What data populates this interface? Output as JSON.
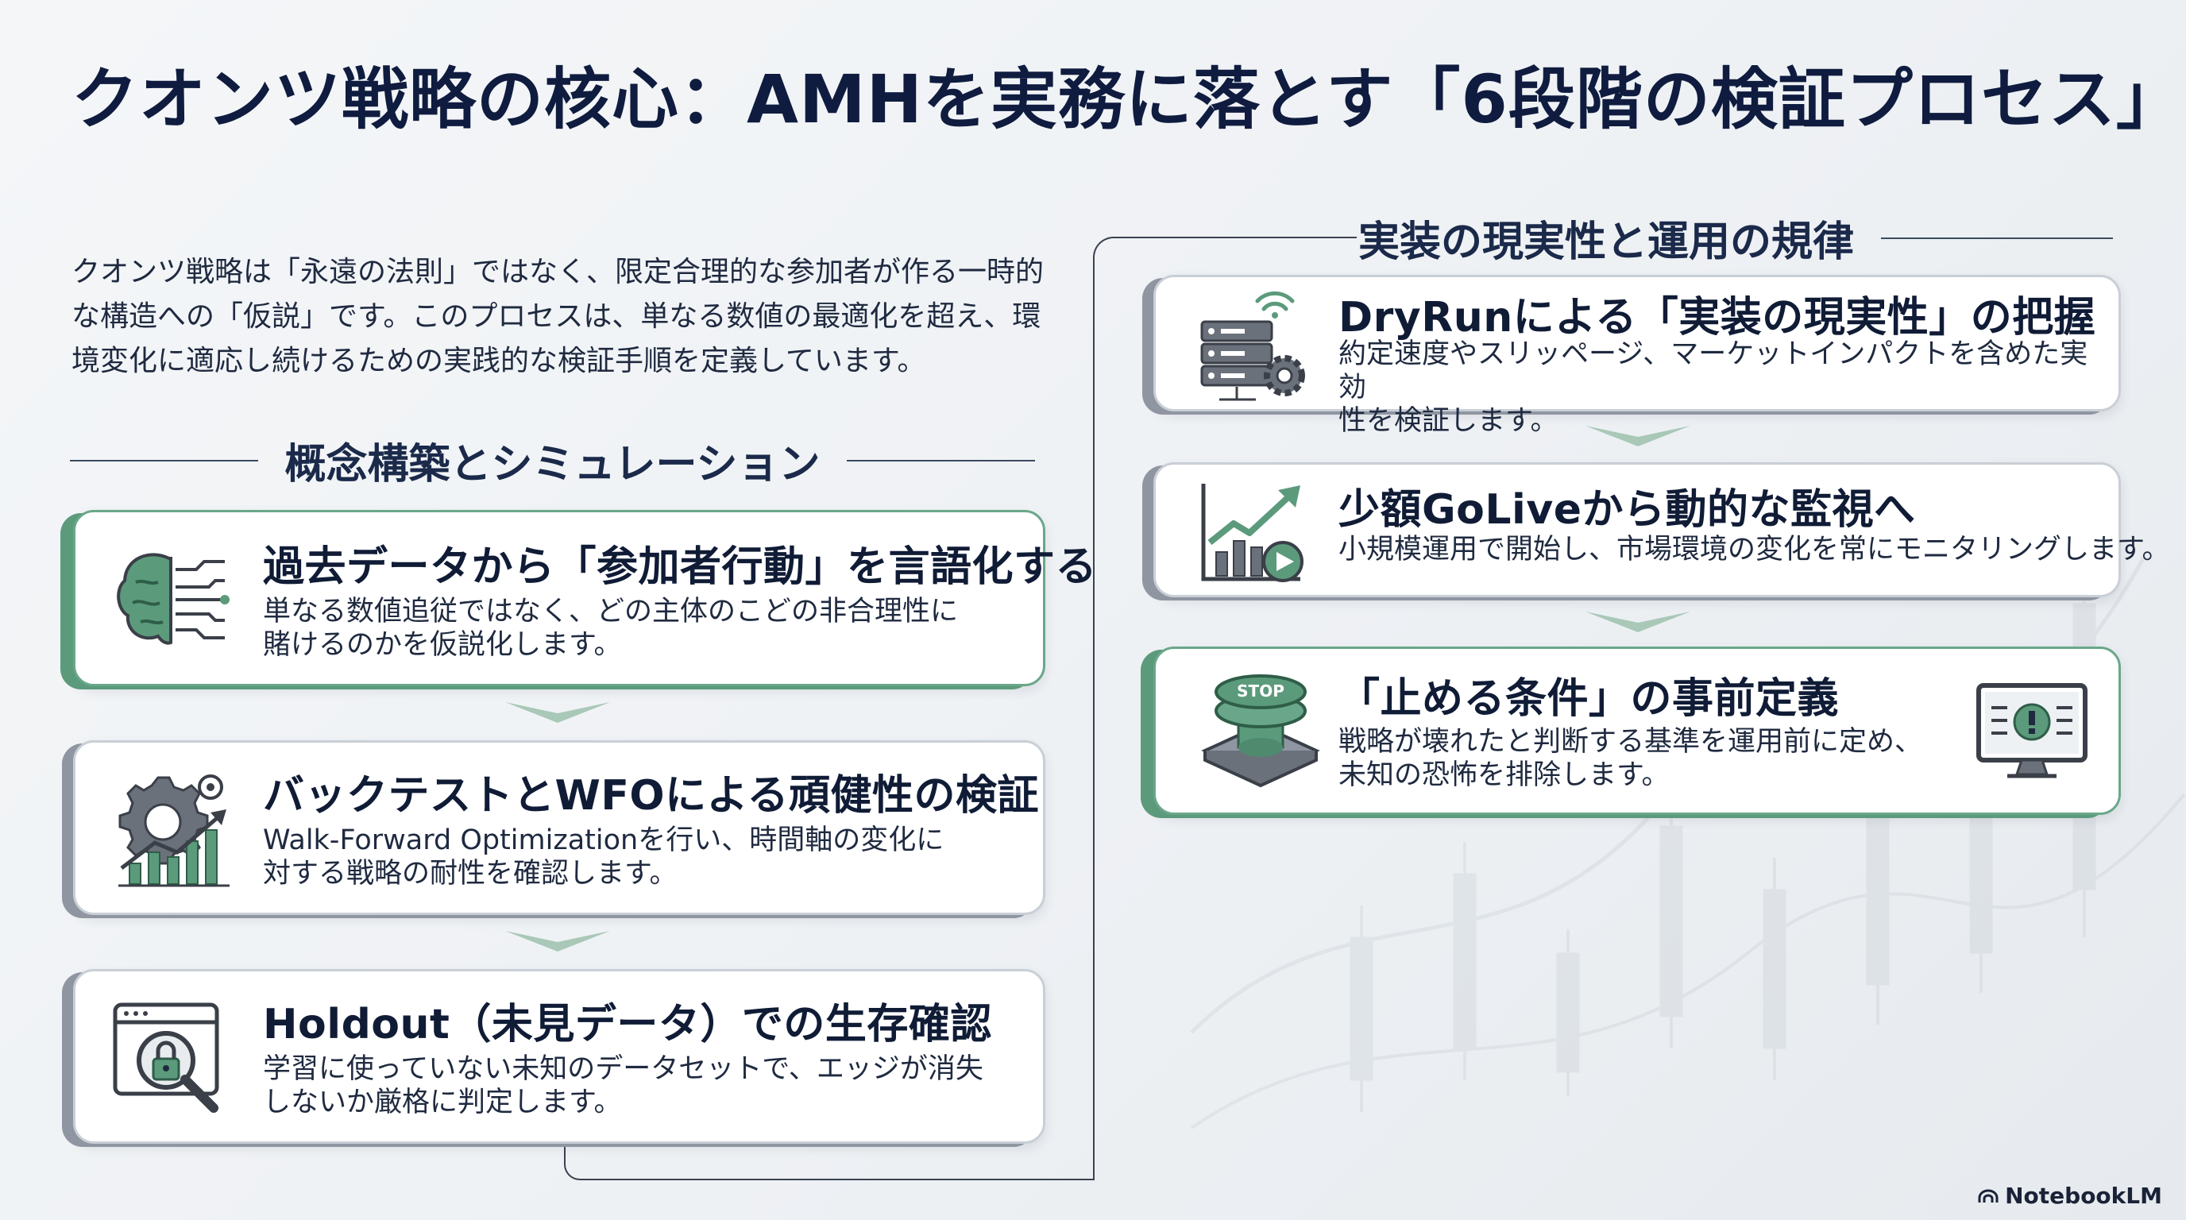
{
  "title": "クオンツ戦略の核心：AMHを実務に落とす「6段階の検証プロセス」",
  "intro": "クオンツ戦略は「永遠の法則」ではなく、限定合理的な参加者が作る一時的な構造への「仮説」です。このプロセスは、単なる数値の最適化を超え、環境変化に適応し続けるための実践的な検証手順を定義しています。",
  "sections": {
    "left_heading": "概念構築とシミュレーション",
    "right_heading": "実装の現実性と運用の規律"
  },
  "steps": [
    {
      "title": "過去データから「参加者行動」を言語化する",
      "desc_lines": [
        "単なる数値追従ではなく、どの主体のこどの非合理性に",
        "賭けるのかを仮説化します。"
      ],
      "icon": "brain-circuit-icon"
    },
    {
      "title": "バックテストとWFOによる頑健性の検証",
      "desc_lines": [
        "Walk-Forward Optimizationを行い、時間軸の変化に",
        "対する戦略の耐性を確認します。"
      ],
      "icon": "gear-chart-icon"
    },
    {
      "title": "Holdout（未見データ）での生存確認",
      "desc_lines": [
        "学習に使っていない未知のデータセットで、エッジが消失",
        "しないか厳格に判定します。"
      ],
      "icon": "locked-search-window-icon"
    },
    {
      "title": "DryRunによる「実装の現実性」の把握",
      "desc_lines": [
        "約定速度やスリッページ、マーケットインパクトを含めた実効",
        "性を検証します。"
      ],
      "icon": "server-gear-icon"
    },
    {
      "title": "少額GoLiveから動的な監視へ",
      "desc_lines": [
        "小規模運用で開始し、市場環境の変化を常にモニタリングします。"
      ],
      "icon": "growth-chart-play-icon"
    },
    {
      "title": "「止める条件」の事前定義",
      "desc_lines": [
        "戦略が壊れたと判断する基準を運用前に定め、",
        "未知の恐怖を排除します。"
      ],
      "icon": "stop-button-icon",
      "badge_text": "STOP",
      "extra_icon": "monitor-alert-icon"
    }
  ],
  "brand": "NotebookLM",
  "colors": {
    "accent_green": "#6aa78a",
    "card_shadow_gray": "#8f96a1",
    "title_navy": "#0f1c3f"
  }
}
